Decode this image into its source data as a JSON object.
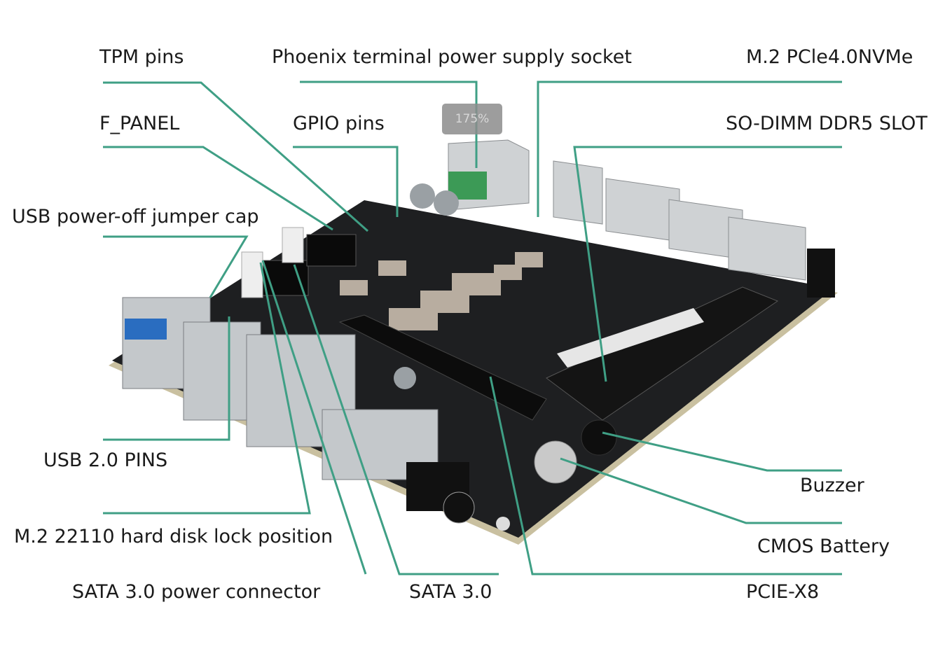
{
  "labels": {
    "tpm": "TPM pins",
    "phoenix": "Phoenix terminal power supply socket",
    "m2_pcie": "M.2 PCle4.0NVMe",
    "f_panel": "F_PANEL",
    "gpio": "GPIO pins",
    "sodimm": "SO-DIMM DDR5 SLOT",
    "usb_jumper": "USB power-off jumper cap",
    "usb2_pins": "USB 2.0 PINS",
    "m2_lock": "M.2 22110 hard disk lock position",
    "sata_power": "SATA 3.0 power connector",
    "sata": "SATA 3.0",
    "pcie": "PCIE-X8",
    "buzzer": "Buzzer",
    "cmos": "CMOS Battery"
  },
  "zoom_badge": "175%",
  "colors": {
    "leader": "#3f9f85",
    "board": "#1e1f21",
    "board_edge": "#c9c0a0"
  }
}
